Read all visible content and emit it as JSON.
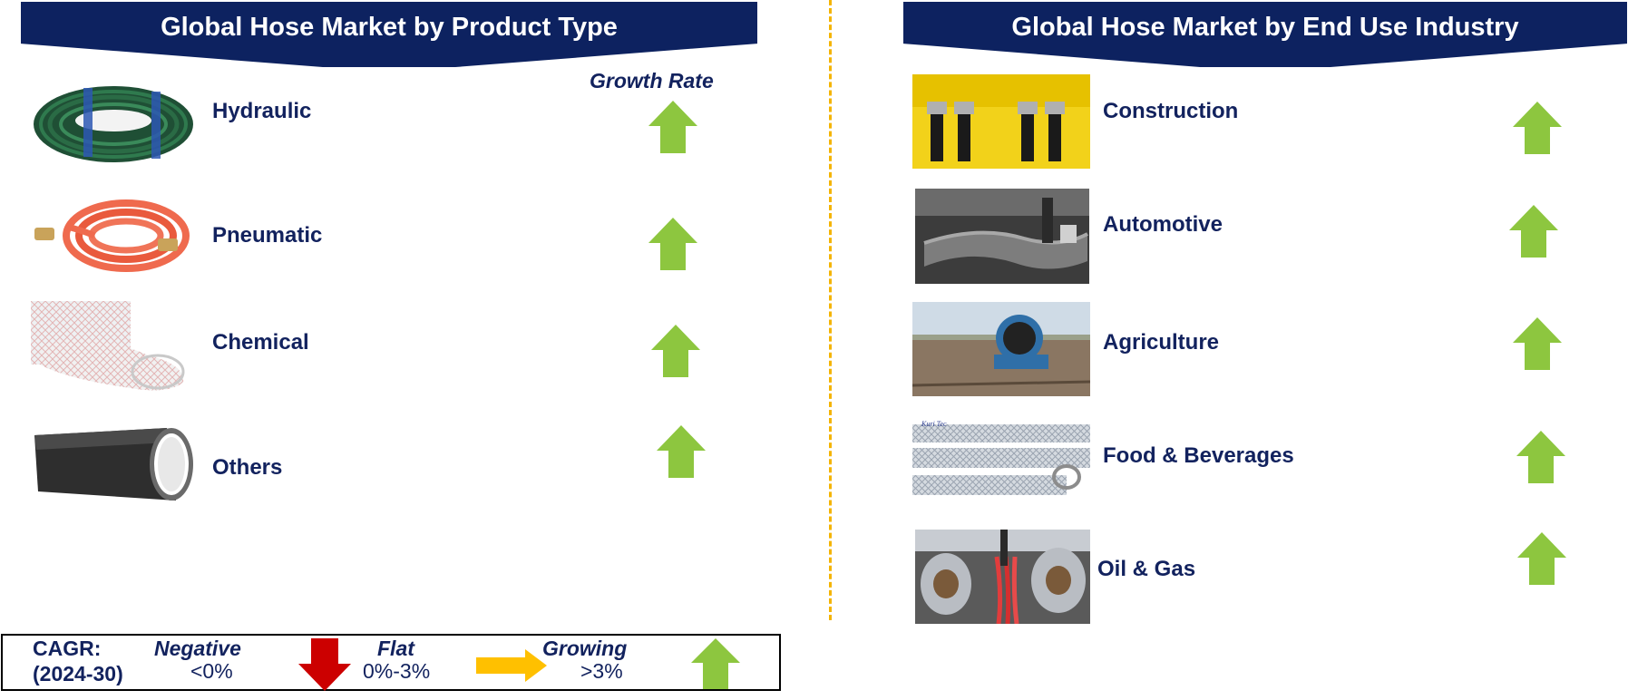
{
  "left_panel": {
    "title": "Global Hose Market by Product Type",
    "growth_header": "Growth Rate",
    "items": [
      {
        "label": "Hydraulic",
        "image": "green-hydraulic-hose-coil",
        "trend": "growing"
      },
      {
        "label": "Pneumatic",
        "image": "orange-pneumatic-hose-coil",
        "trend": "growing"
      },
      {
        "label": "Chemical",
        "image": "clear-braided-chemical-hose",
        "trend": "growing"
      },
      {
        "label": "Others",
        "image": "black-rubber-hose",
        "trend": "growing"
      }
    ]
  },
  "right_panel": {
    "title": "Global Hose Market by End Use Industry",
    "items": [
      {
        "label": "Construction",
        "image": "construction-machinery-hoses",
        "trend": "growing"
      },
      {
        "label": "Automotive",
        "image": "automotive-engine-hose",
        "trend": "growing"
      },
      {
        "label": "Agriculture",
        "image": "field-irrigation-hose-reel",
        "trend": "growing"
      },
      {
        "label": "Food & Beverages",
        "image": "food-grade-braided-hose",
        "trend": "growing"
      },
      {
        "label": "Oil & Gas",
        "image": "industrial-tanks-with-hoses",
        "trend": "growing"
      }
    ]
  },
  "legend": {
    "cagr_label": "CAGR:",
    "period": "(2024-30)",
    "negative": {
      "label": "Negative",
      "range": "<0%",
      "icon": "red-down-arrow"
    },
    "flat": {
      "label": "Flat",
      "range": "0%-3%",
      "icon": "yellow-right-arrow"
    },
    "growing": {
      "label": "Growing",
      "range": ">3%",
      "icon": "green-up-arrow"
    }
  },
  "colors": {
    "banner": "#0d2260",
    "text": "#12225e",
    "growing": "#8dc63f",
    "negative": "#cc0000",
    "flat": "#ffc000",
    "divider": "#f4b400"
  }
}
